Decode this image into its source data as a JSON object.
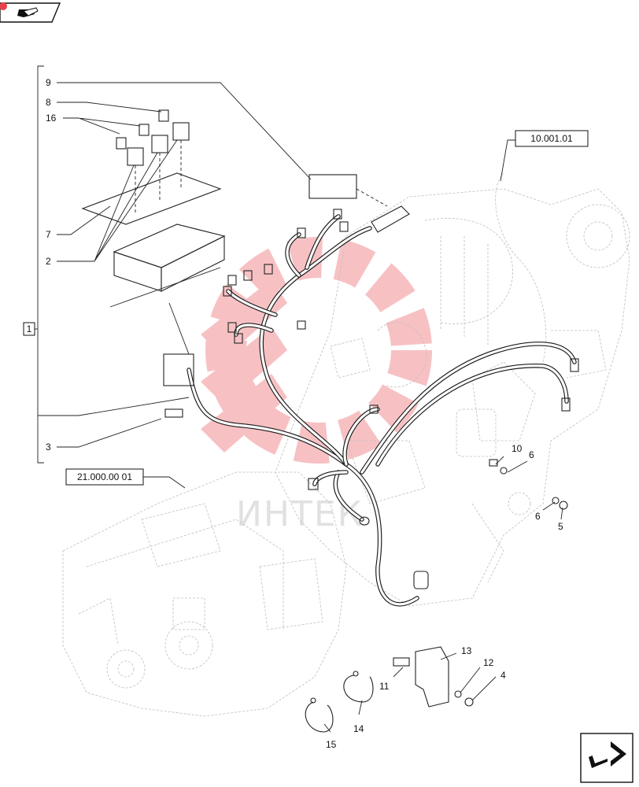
{
  "header": {
    "nav_icon": "page-back-icon"
  },
  "boxed_refs": {
    "engine_ref": "10.001.01",
    "transmission_ref": "21.000.00 01",
    "assembly_ref": "1"
  },
  "callouts": {
    "c9": "9",
    "c8": "8",
    "c16": "16",
    "c7": "7",
    "c2": "2",
    "c3": "3",
    "c10": "10",
    "c6a": "6",
    "c6b": "6",
    "c5": "5",
    "c13": "13",
    "c12": "12",
    "c11": "11",
    "c4": "4",
    "c14": "14",
    "c15": "15"
  },
  "watermark": {
    "text": "ИНТЕК",
    "logo_color": "#e8424a"
  },
  "footer": {
    "nav_icon": "page-forward-icon"
  }
}
